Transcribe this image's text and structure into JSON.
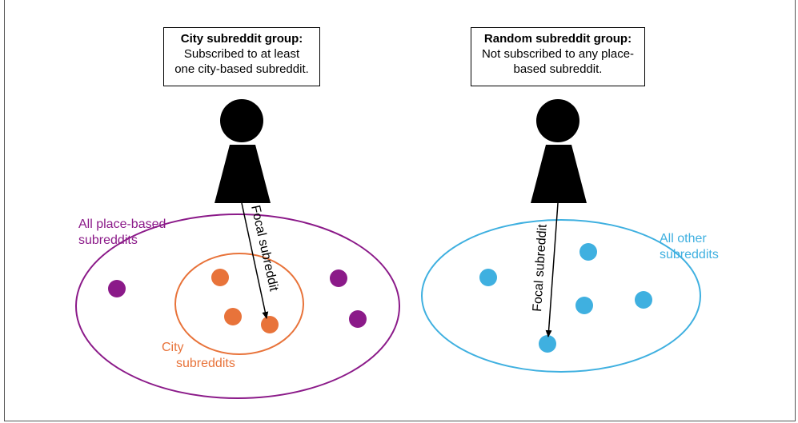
{
  "colors": {
    "place": "#8b1a89",
    "city": "#e8733a",
    "other": "#3fb0e0",
    "ink": "#000000"
  },
  "left_group": {
    "title": "City subreddit group:",
    "desc_line1": "Subscribed to at least",
    "desc_line2": "one city-based subreddit.",
    "outer_label_line1": "All place-based",
    "outer_label_line2": "subreddits",
    "inner_label_line1": "City",
    "inner_label_line2": "subreddits",
    "arrow_label": "Focal subreddit"
  },
  "right_group": {
    "title": "Random subreddit group:",
    "desc_line1": "Not subscribed to any place-",
    "desc_line2": "based subreddit.",
    "outer_label_line1": "All other",
    "outer_label_line2": "subreddits",
    "arrow_label": "Focal subreddit"
  }
}
